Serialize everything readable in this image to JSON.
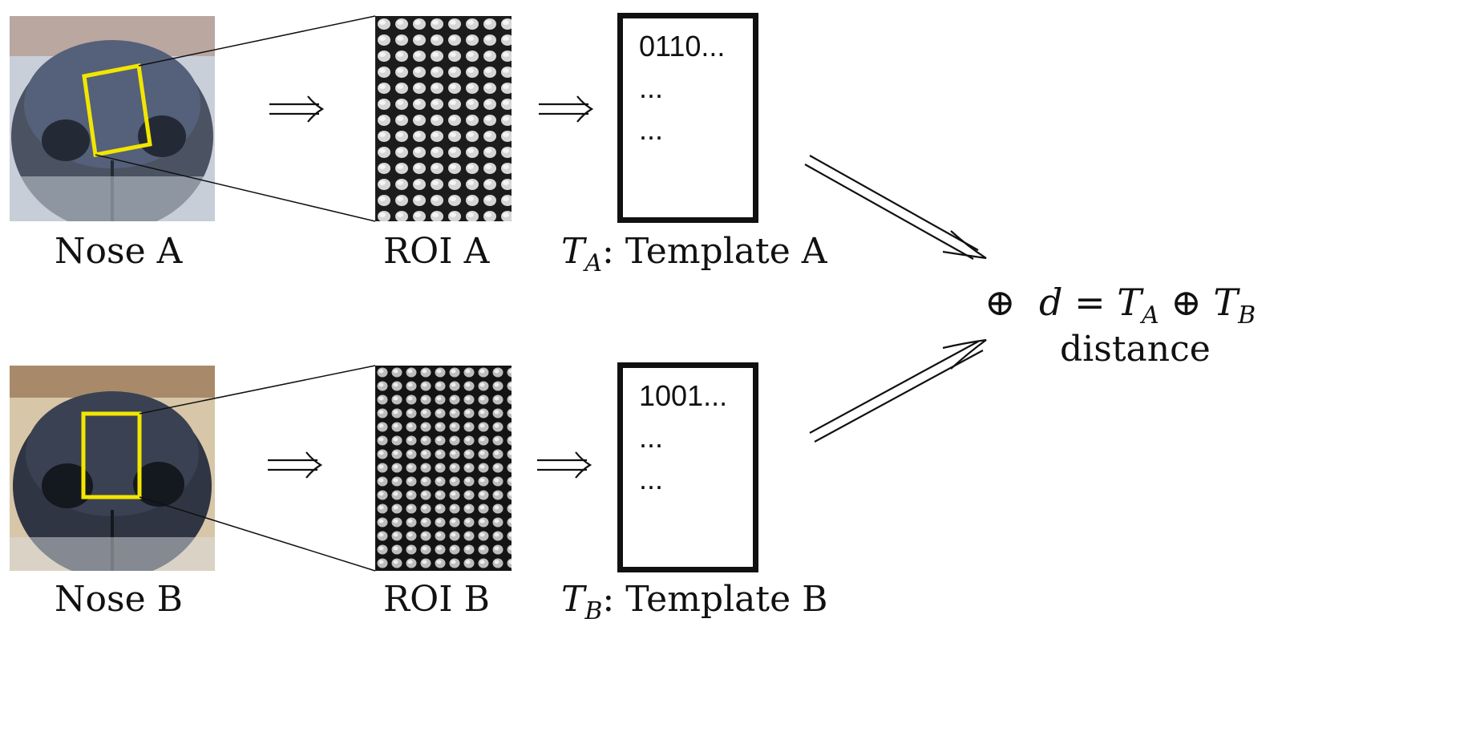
{
  "rows": [
    {
      "id": "A",
      "nose_caption": "Nose A",
      "roi_caption": "ROI A",
      "template_symbol": "T",
      "template_subscript": "A",
      "template_caption_suffix": ": Template A",
      "template_lines": [
        "0110...",
        "...",
        "..."
      ],
      "nose_colors": {
        "bg": "#c9cfd9",
        "nose": "#4b5363",
        "dark": "#242a35"
      }
    },
    {
      "id": "B",
      "nose_caption": "Nose B",
      "roi_caption": "ROI B",
      "template_symbol": "T",
      "template_subscript": "B",
      "template_caption_suffix": ": Template B",
      "template_lines": [
        "1001...",
        "...",
        "..."
      ],
      "nose_colors": {
        "bg": "#d8c6a8",
        "nose": "#2f3542",
        "dark": "#14181f"
      }
    }
  ],
  "combine": {
    "operator_symbol": "⊕",
    "formula": {
      "lhs": "d",
      "eq": "=",
      "a_symbol": "T",
      "a_sub": "A",
      "op": "⊕",
      "b_symbol": "T",
      "b_sub": "B"
    },
    "caption": "distance"
  },
  "colors": {
    "roi_box": "#f2e600",
    "line": "#111111"
  },
  "icons": {
    "arrow": "double-arrow-right-icon"
  }
}
